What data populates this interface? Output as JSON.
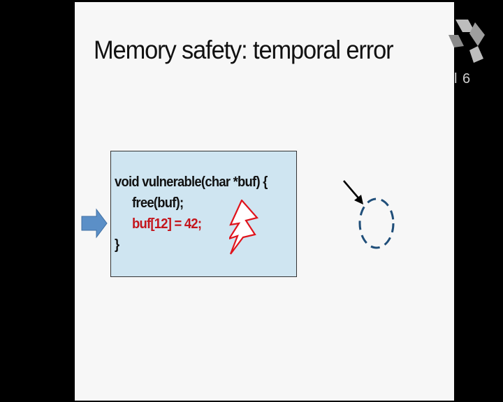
{
  "slide": {
    "title": "Memory safety: temporal error",
    "code": {
      "line1": "void vulnerable(char *buf) {",
      "line2": "free(buf);",
      "line3": "buf[12] = 42;",
      "line4": "}"
    }
  },
  "overlay": {
    "logo_text": "l 6"
  },
  "colors": {
    "code_box_bg": "#cfe5f1",
    "error_red": "#c4151c",
    "arrow_blue": "#5b8fc7",
    "circle_dash": "#1f4e79"
  },
  "icons": [
    "right-arrow-icon",
    "lightning-bolt-icon",
    "pointer-arrow-icon",
    "freed-memory-circle-icon",
    "channel-logo-icon"
  ]
}
